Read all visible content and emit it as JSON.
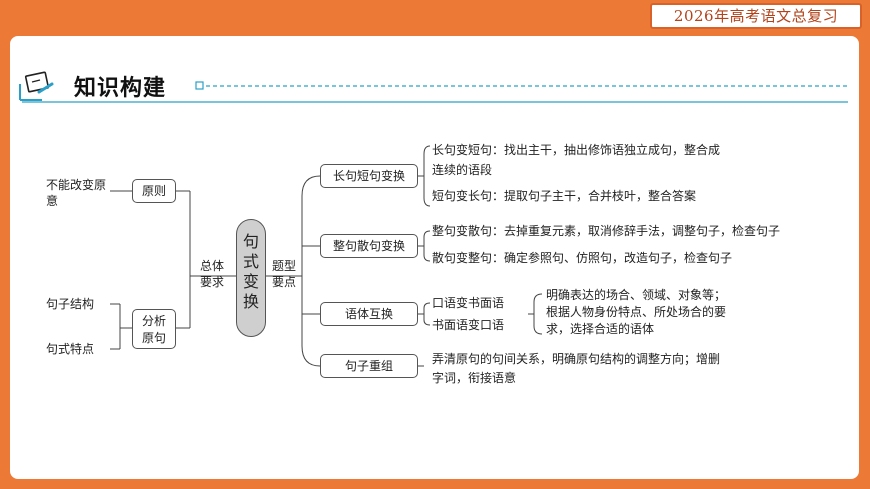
{
  "header": {
    "badge": "2026年高考语文总复习"
  },
  "section": {
    "title": "知识构建",
    "icon": "notebook-pen-icon"
  },
  "left": {
    "principle_src": "不能改变原意",
    "principle": "原则",
    "analyze_src1": "句子结构",
    "analyze_src2": "句式特点",
    "analyze": "分析原句"
  },
  "center": {
    "title": "句式变换",
    "left_label": "总体要求",
    "right_label": "题型要点"
  },
  "branches": {
    "b1": {
      "label": "长句短句变换",
      "item1": "长句变短句：找出主干，抽出修饰语独立成句，整合成",
      "item1b": "连续的语段",
      "item2": "短句变长句：提取句子主干，合并枝叶，整合答案"
    },
    "b2": {
      "label": "整句散句变换",
      "item1": "整句变散句：去掉重复元素，取消修辞手法，调整句子，检查句子",
      "item2": "散句变整句：确定参照句、仿照句，改造句子，检查句子"
    },
    "b3": {
      "label": "语体互换",
      "item1": "口语变书面语",
      "item2": "书面语变口语",
      "note1": "明确表达的场合、领域、对象等；",
      "note2": "根据人物身份特点、所处场合的要",
      "note3": "求，选择合适的语体"
    },
    "b4": {
      "label": "句子重组",
      "item1": "弄清原句的句间关系，明确原句结构的调整方向；增删",
      "item1b": "字词，衔接语意"
    }
  }
}
